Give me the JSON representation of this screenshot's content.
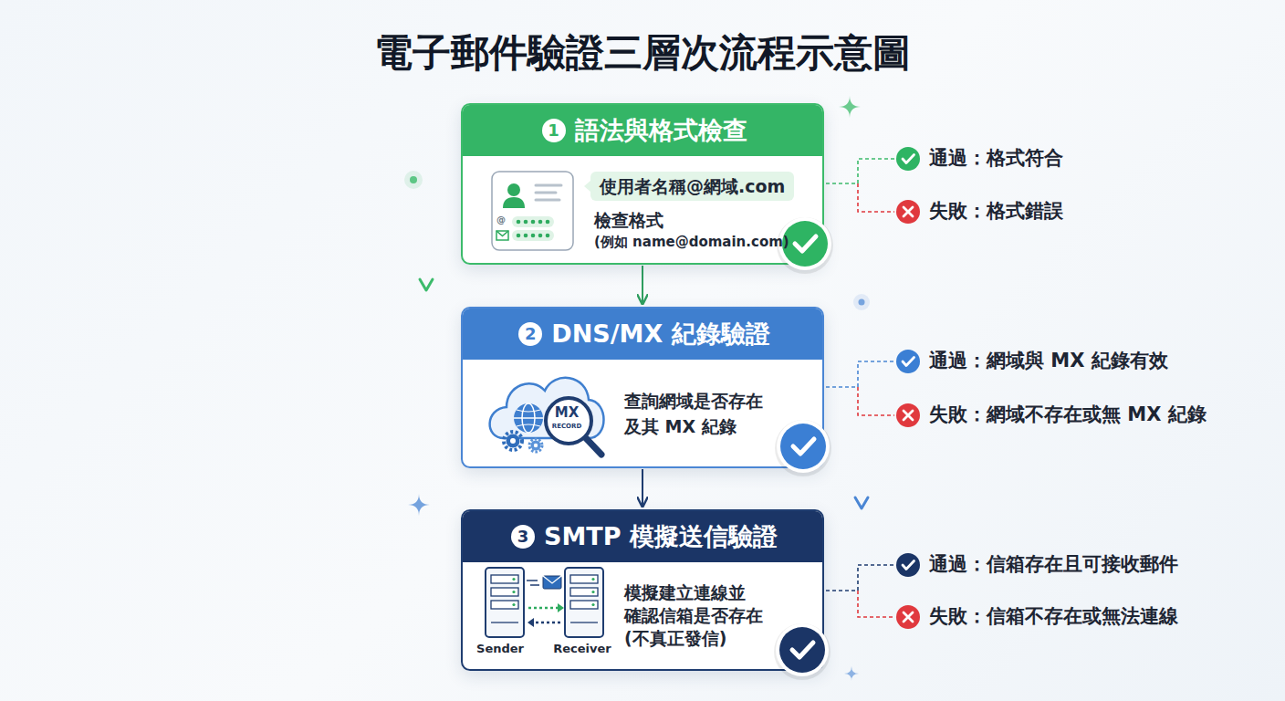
{
  "diagram": {
    "title": "電子郵件驗證三層次流程示意圖",
    "nodes": [
      {
        "text": [
          "語法與格式檢查",
          "檢查格式",
          "(例如 name@domain.com)"
        ]
      },
      {
        "text": [
          "使用者名稱@網域.com"
        ],
        "in": 0
      },
      {
        "text": [
          "DNS/MX 紀錄驗證",
          "查詢網域是否存在 及其 MX 紀錄"
        ]
      },
      {
        "text": [
          "SMTP 模擬送信驗證",
          "模擬建立連線並 確認信箱是否存在 (不真正發信)"
        ]
      }
    ],
    "edges": [
      {
        "from": 0,
        "to": 2,
        "arrow": "to"
      },
      {
        "from": 2,
        "to": 3,
        "arrow": "to"
      }
    ],
    "labels": [
      "1",
      "@",
      "通過：格式符合",
      "失敗：格式錯誤",
      "2",
      "MX",
      "RECORD",
      "通過：網域與 MX 紀錄有效",
      "失敗：網域不存在或無 MX 紀錄",
      "3",
      "Sender",
      "Receiver",
      "通過：信箱存在且可接收郵件",
      "失敗：信箱不存在或無法連線"
    ]
  }
}
